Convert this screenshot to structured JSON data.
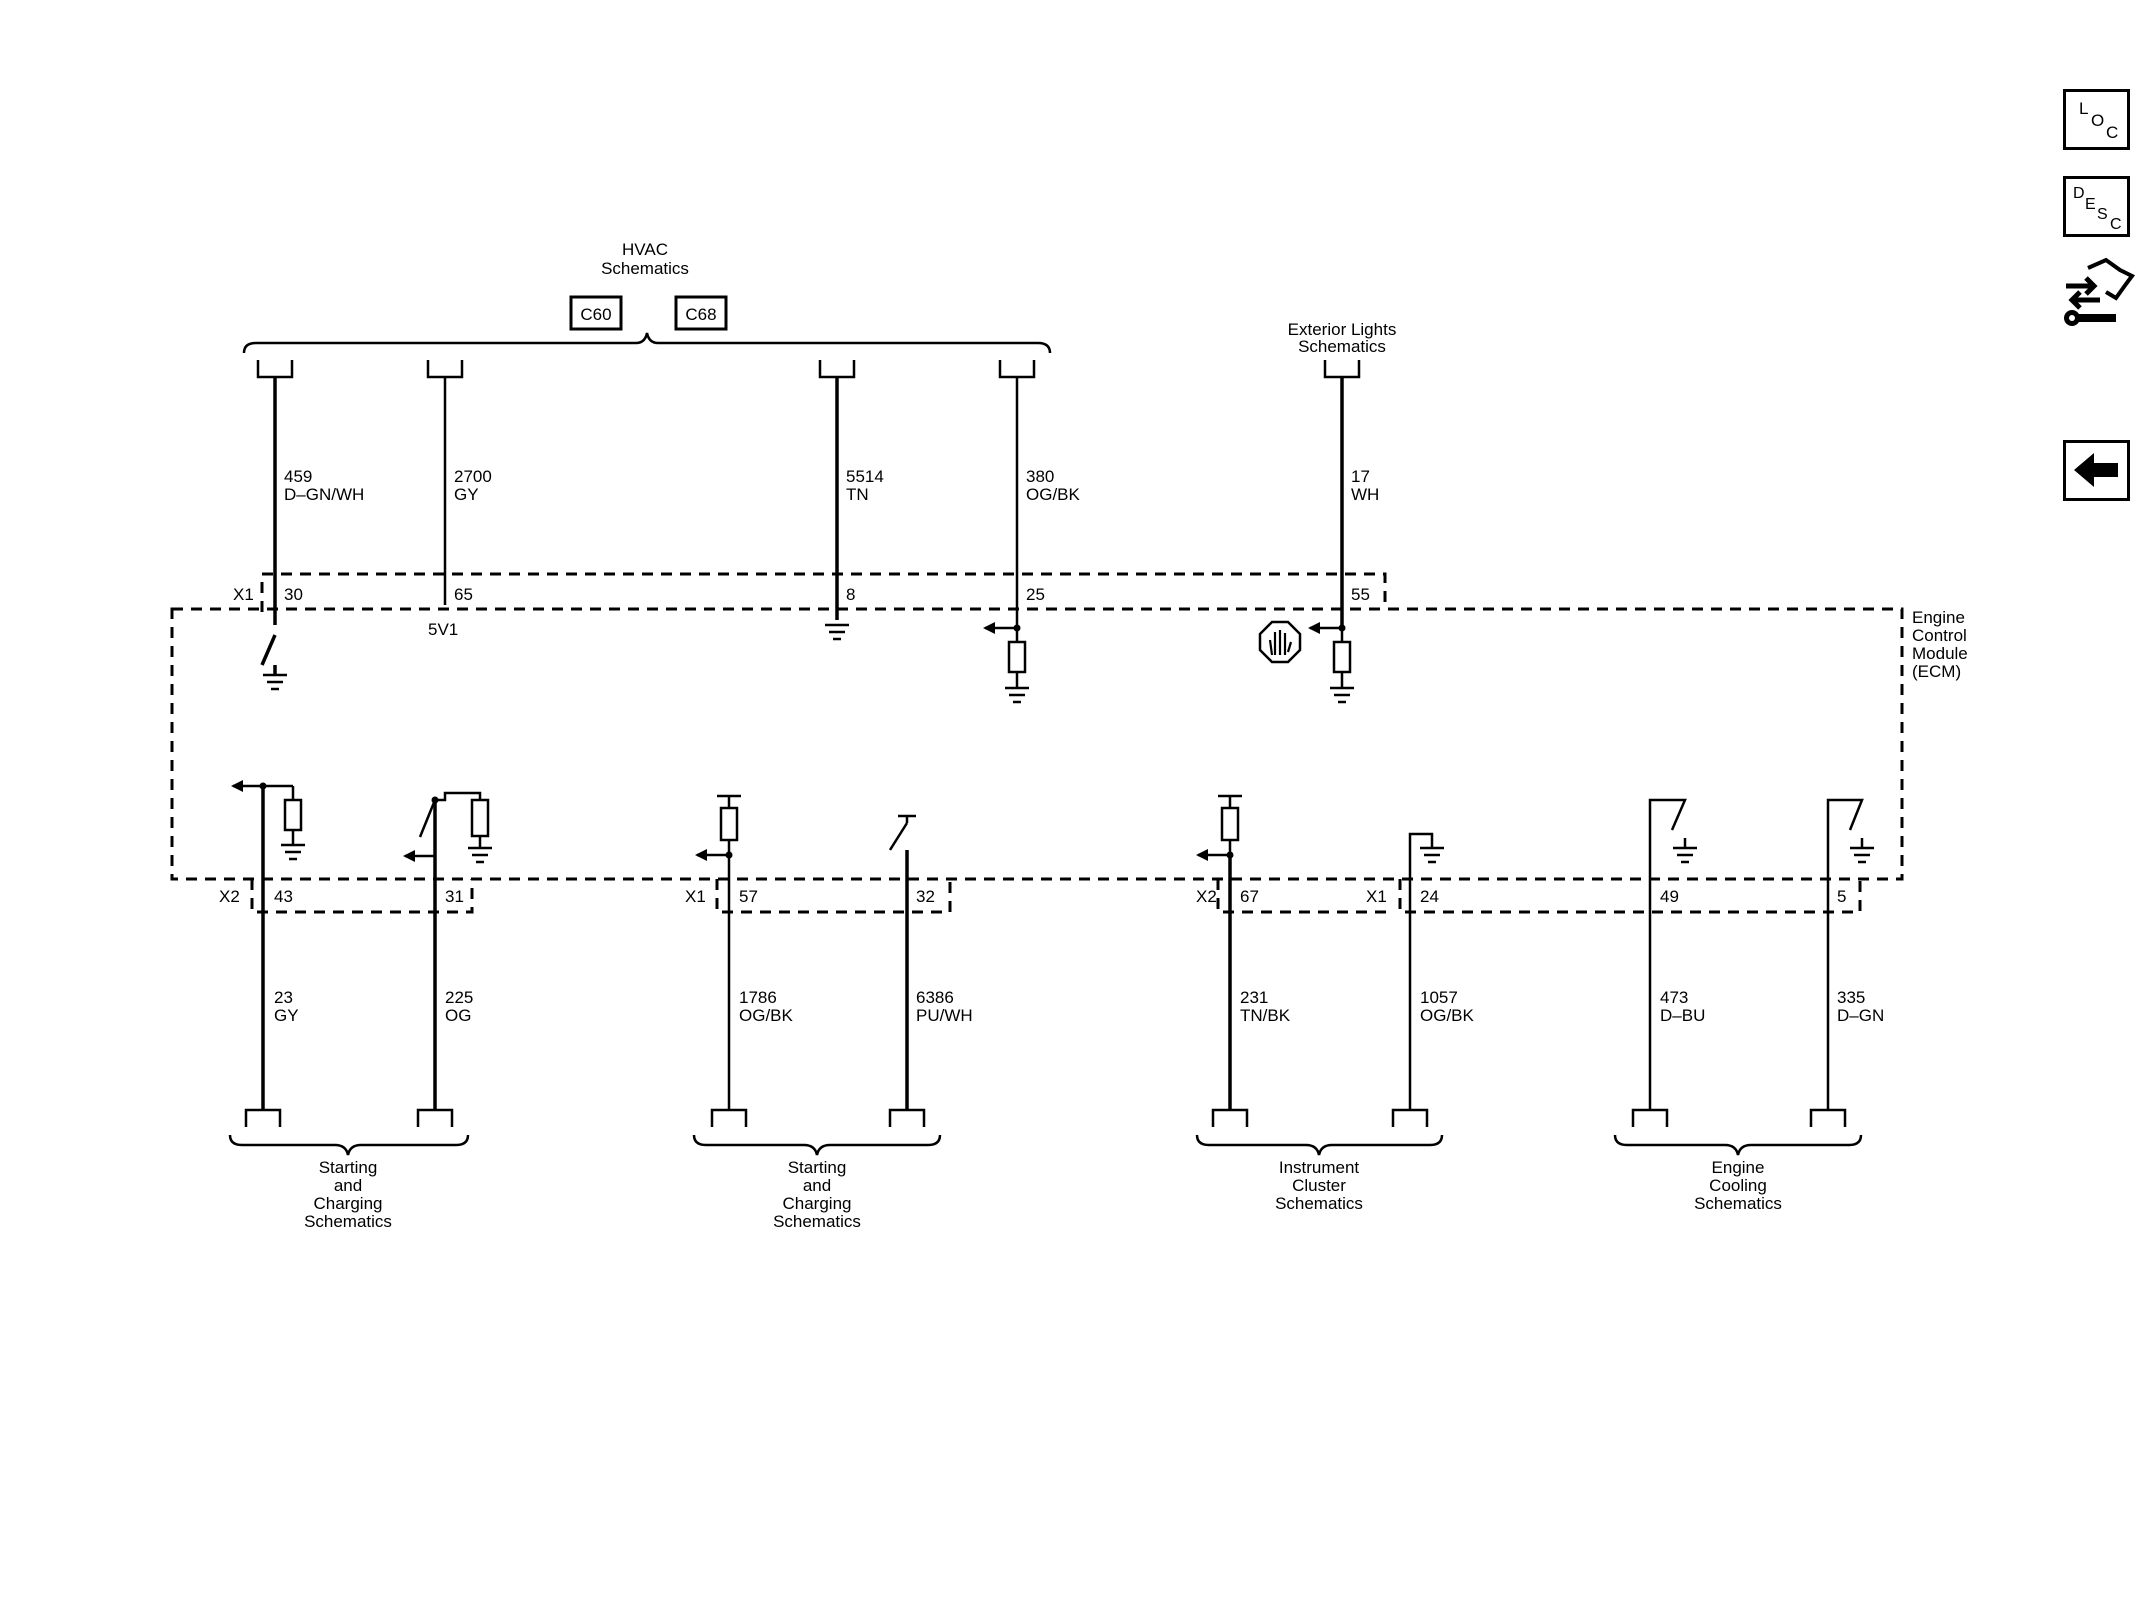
{
  "top": {
    "hvac_title": [
      "HVAC",
      "Schematics"
    ],
    "connectors": [
      "C60",
      "C68"
    ],
    "exterior_title": [
      "Exterior Lights",
      "Schematics"
    ],
    "module_label": [
      "Engine",
      "Control",
      "Module",
      "(ECM)"
    ],
    "x1_label": "X1",
    "sensor_ref": "5V1",
    "wires": [
      {
        "circuit": "459",
        "color": "D–GN/WH",
        "pin": "30"
      },
      {
        "circuit": "2700",
        "color": "GY",
        "pin": "65"
      },
      {
        "circuit": "5514",
        "color": "TN",
        "pin": "8"
      },
      {
        "circuit": "380",
        "color": "OG/BK",
        "pin": "25"
      },
      {
        "circuit": "17",
        "color": "WH",
        "pin": "55"
      }
    ]
  },
  "bottom": {
    "wires": [
      {
        "conn": "X2",
        "pin": "43",
        "circuit": "23",
        "color": "GY"
      },
      {
        "conn": "",
        "pin": "31",
        "circuit": "225",
        "color": "OG"
      },
      {
        "conn": "X1",
        "pin": "57",
        "circuit": "1786",
        "color": "OG/BK"
      },
      {
        "conn": "",
        "pin": "32",
        "circuit": "6386",
        "color": "PU/WH"
      },
      {
        "conn": "X2",
        "pin": "67",
        "circuit": "231",
        "color": "TN/BK"
      },
      {
        "conn": "X1",
        "pin": "24",
        "circuit": "1057",
        "color": "OG/BK"
      },
      {
        "conn": "",
        "pin": "49",
        "circuit": "473",
        "color": "D–BU"
      },
      {
        "conn": "",
        "pin": "5",
        "circuit": "335",
        "color": "D–GN"
      }
    ],
    "groups": [
      [
        "Starting",
        "and",
        "Charging",
        "Schematics"
      ],
      [
        "Starting",
        "and",
        "Charging",
        "Schematics"
      ],
      [
        "Instrument",
        "Cluster",
        "Schematics"
      ],
      [
        "Engine",
        "Cooling",
        "Schematics"
      ]
    ]
  },
  "sidebar": {
    "loc": {
      "l": "L",
      "o": "O",
      "c": "C"
    },
    "desc": {
      "d": "D",
      "e": "E",
      "s": "S",
      "c": "C"
    },
    "icons": [
      "loc-icon",
      "desc-icon",
      "connector-tool-icon",
      "back-arrow-icon"
    ]
  }
}
